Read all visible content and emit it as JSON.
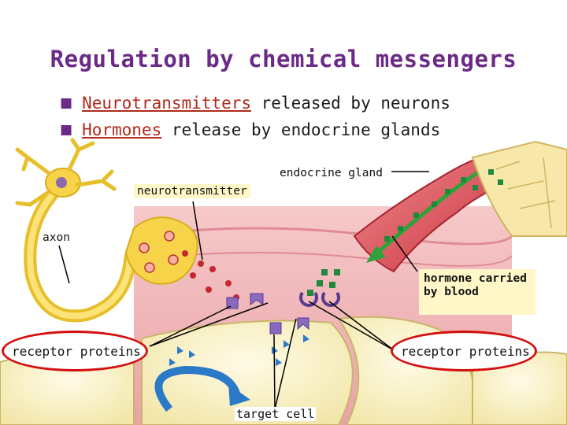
{
  "title": "Regulation by chemical messengers",
  "bullets": [
    {
      "term": "Neurotransmitters",
      "rest": " released by neurons"
    },
    {
      "term": "Hormones",
      "rest": " release by endocrine glands"
    }
  ],
  "labels": {
    "endocrine_gland": "endocrine gland",
    "neurotransmitter": "neurotransmitter",
    "axon": "axon",
    "hormone_line1": "hormone carried",
    "hormone_line2": "by blood",
    "receptor_left": "receptor proteins",
    "receptor_right": "receptor proteins",
    "target_cell": "target cell"
  },
  "colors": {
    "title": "#6a2a86",
    "term": "#b02a1a",
    "highlight_oval": "#d40f0f",
    "label_bg": "#fff7c8"
  }
}
